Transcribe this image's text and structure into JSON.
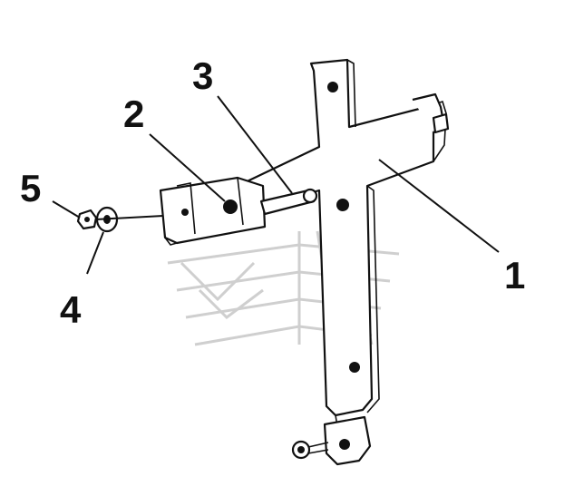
{
  "callouts": [
    {
      "id": "1",
      "label": "1"
    },
    {
      "id": "2",
      "label": "2"
    },
    {
      "id": "3",
      "label": "3"
    },
    {
      "id": "4",
      "label": "4"
    },
    {
      "id": "5",
      "label": "5"
    }
  ],
  "colors": {
    "line": "#111111",
    "background": "#ffffff",
    "watermark": "#cfcfcf"
  }
}
